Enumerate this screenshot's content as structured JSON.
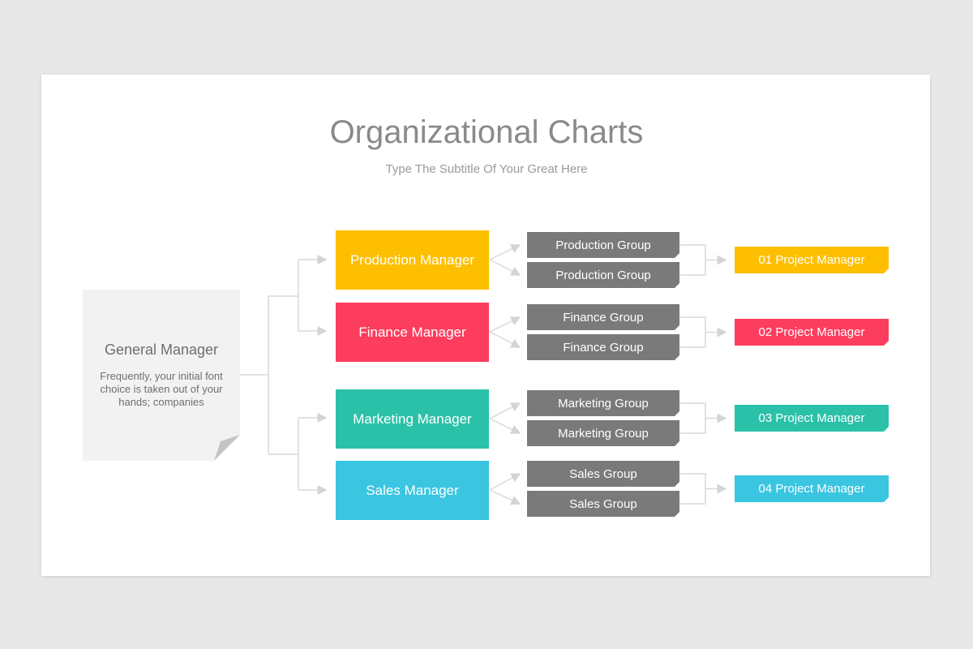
{
  "title": "Organizational Charts",
  "subtitle": "Type The Subtitle Of Your Great Here",
  "general_manager": {
    "title": "General Manager",
    "description": "Frequently, your initial font choice is taken out of your hands; companies"
  },
  "colors": {
    "yellow": "#fdbf00",
    "red": "#fd3d5e",
    "teal": "#2bc1a9",
    "cyan": "#3ac5e1",
    "group": "#7a7a7a"
  },
  "branches": [
    {
      "manager": "Production Manager",
      "groups": [
        "Production Group",
        "Production Group"
      ],
      "project": "01 Project Manager",
      "color": "#fdbf00"
    },
    {
      "manager": "Finance Manager",
      "groups": [
        "Finance Group",
        "Finance Group"
      ],
      "project": "02 Project Manager",
      "color": "#fd3d5e"
    },
    {
      "manager": "Marketing Manager",
      "groups": [
        "Marketing Group",
        "Marketing Group"
      ],
      "project": "03 Project Manager",
      "color": "#2bc1a9"
    },
    {
      "manager": "Sales Manager",
      "groups": [
        "Sales Group",
        "Sales Group"
      ],
      "project": "04 Project Manager",
      "color": "#3ac5e1"
    }
  ]
}
